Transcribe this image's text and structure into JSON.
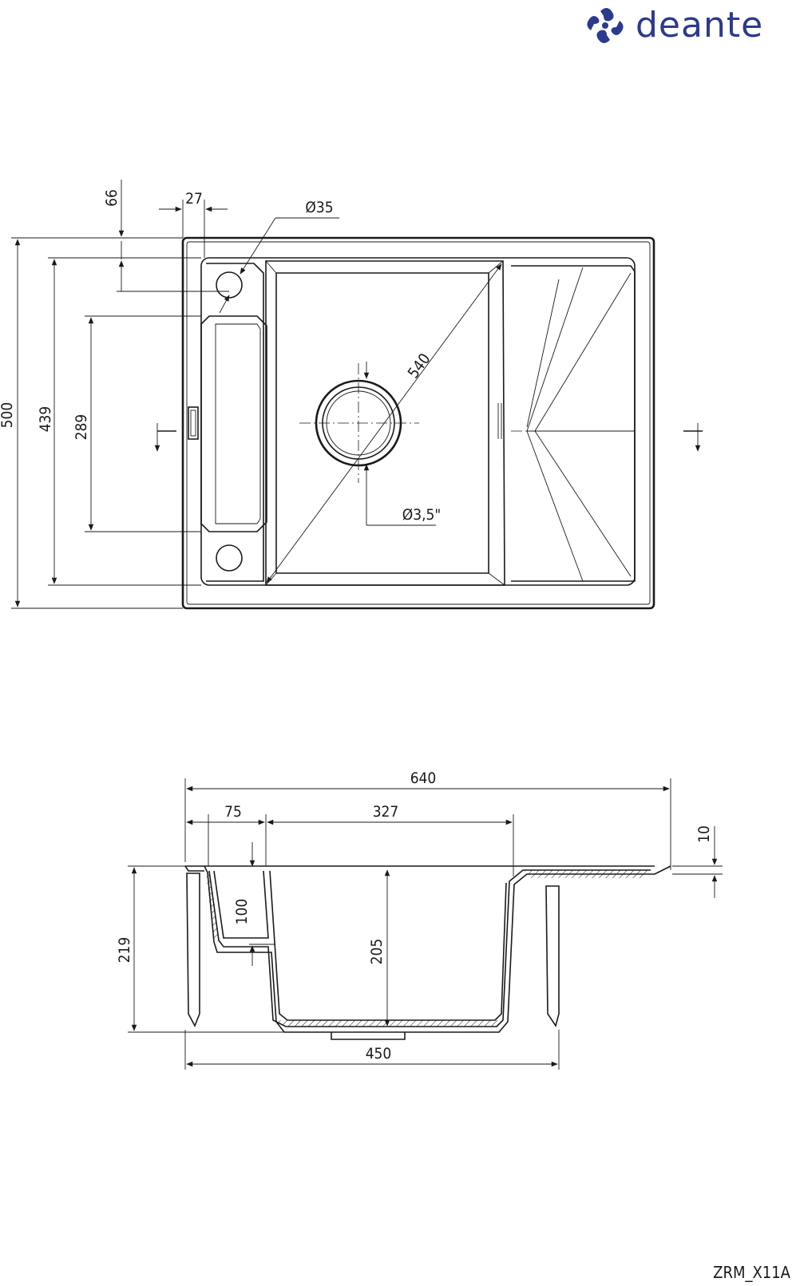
{
  "brand": {
    "name": "deante",
    "color": "#2b3a8c"
  },
  "drawing_code": "ZRM_X11A",
  "top_view": {
    "dimensions": {
      "depth_total": "500",
      "bowl_depth_outer": "439",
      "drainer_slot_length": "289",
      "tap_hole_offset": "66",
      "tap_hole_inset": "27",
      "tap_hole_diameter": "Ø35",
      "bowl_diagonal": "540",
      "drain_diameter": "Ø3,5\""
    }
  },
  "section_view": {
    "dimensions": {
      "width_total": "640",
      "ledge_width": "75",
      "bowl_width": "327",
      "rim_thickness": "10",
      "overall_height": "219",
      "ledge_depth": "100",
      "bowl_depth": "205",
      "cabinet_width": "450"
    }
  }
}
